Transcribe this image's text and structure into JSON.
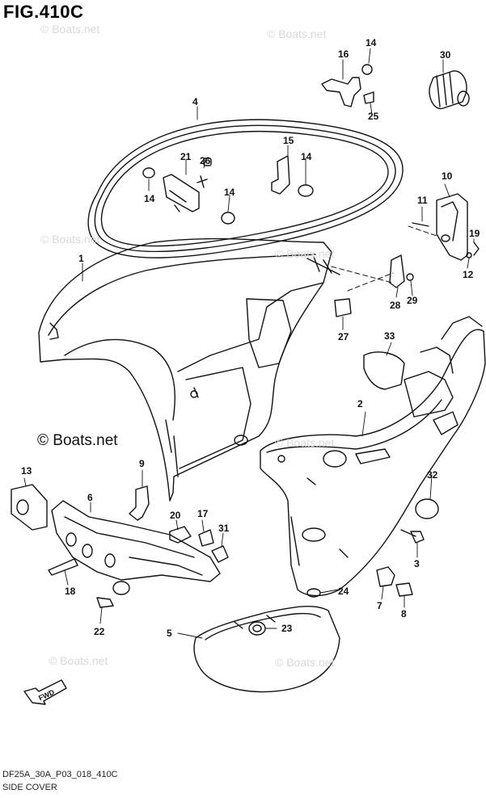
{
  "figure": {
    "title": "FIG.410C",
    "drawing_code": "DF25A_30A_P03_018_410C",
    "section_name": "SIDE COVER",
    "fwd_label": "FWD"
  },
  "watermark": {
    "text": "© Boats.net",
    "big_text": "© Boats.net"
  },
  "callouts": [
    {
      "id": "c1",
      "label": "1"
    },
    {
      "id": "c2",
      "label": "2"
    },
    {
      "id": "c3",
      "label": "3"
    },
    {
      "id": "c4",
      "label": "4"
    },
    {
      "id": "c5",
      "label": "5"
    },
    {
      "id": "c6",
      "label": "6"
    },
    {
      "id": "c7",
      "label": "7"
    },
    {
      "id": "c8",
      "label": "8"
    },
    {
      "id": "c9",
      "label": "9"
    },
    {
      "id": "c10",
      "label": "10"
    },
    {
      "id": "c11",
      "label": "11"
    },
    {
      "id": "c12",
      "label": "12"
    },
    {
      "id": "c13",
      "label": "13"
    },
    {
      "id": "c14a",
      "label": "14"
    },
    {
      "id": "c14b",
      "label": "14"
    },
    {
      "id": "c14c",
      "label": "14"
    },
    {
      "id": "c14d",
      "label": "14"
    },
    {
      "id": "c15",
      "label": "15"
    },
    {
      "id": "c16",
      "label": "16"
    },
    {
      "id": "c17",
      "label": "17"
    },
    {
      "id": "c18",
      "label": "18"
    },
    {
      "id": "c19",
      "label": "19"
    },
    {
      "id": "c20",
      "label": "20"
    },
    {
      "id": "c21",
      "label": "21"
    },
    {
      "id": "c22",
      "label": "22"
    },
    {
      "id": "c23",
      "label": "23"
    },
    {
      "id": "c24",
      "label": "24"
    },
    {
      "id": "c25",
      "label": "25"
    },
    {
      "id": "c26",
      "label": "26"
    },
    {
      "id": "c27",
      "label": "27"
    },
    {
      "id": "c28",
      "label": "28"
    },
    {
      "id": "c29",
      "label": "29"
    },
    {
      "id": "c30",
      "label": "30"
    },
    {
      "id": "c31",
      "label": "31"
    },
    {
      "id": "c32",
      "label": "32"
    },
    {
      "id": "c33",
      "label": "33"
    }
  ]
}
